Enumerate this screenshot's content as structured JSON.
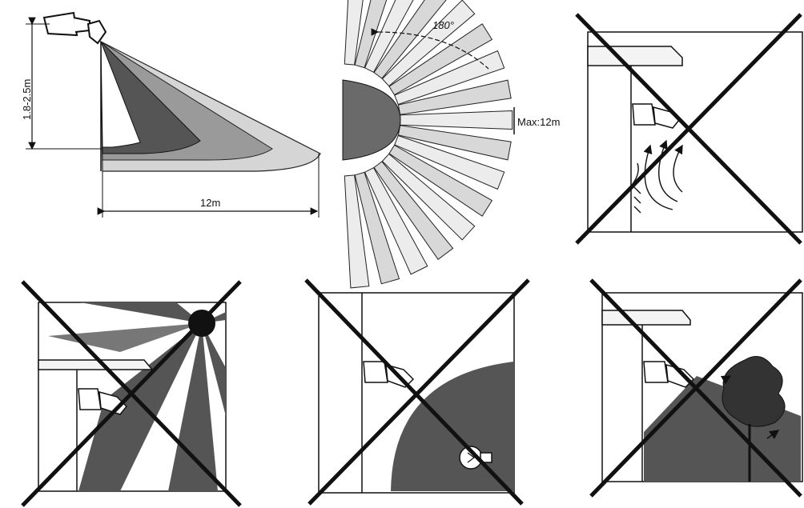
{
  "height_label": "1.8-2.5m",
  "distance_label": "12m",
  "angle_label": "180°",
  "max_label": "Max:12m",
  "colors": {
    "ink": "#111111",
    "dark": "#444444",
    "mid": "#8a8a8a",
    "light": "#c8c8c8",
    "pale": "#e6e6e6"
  },
  "icons": [
    "sensor-icon",
    "heat-arrows-icon",
    "sun-icon",
    "light-bulb-icon",
    "tree-icon",
    "cross-out-icon"
  ]
}
